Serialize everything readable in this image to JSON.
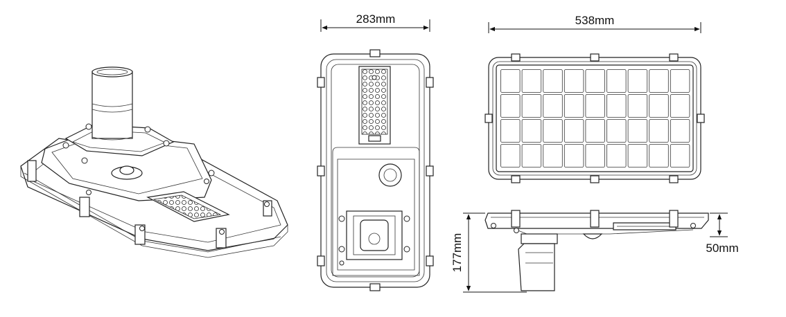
{
  "dimensions": {
    "width_front": "283mm",
    "length_top": "538mm",
    "height_total": "177mm",
    "body_thickness": "50mm"
  },
  "colors": {
    "line": "#222222",
    "background": "#ffffff"
  }
}
